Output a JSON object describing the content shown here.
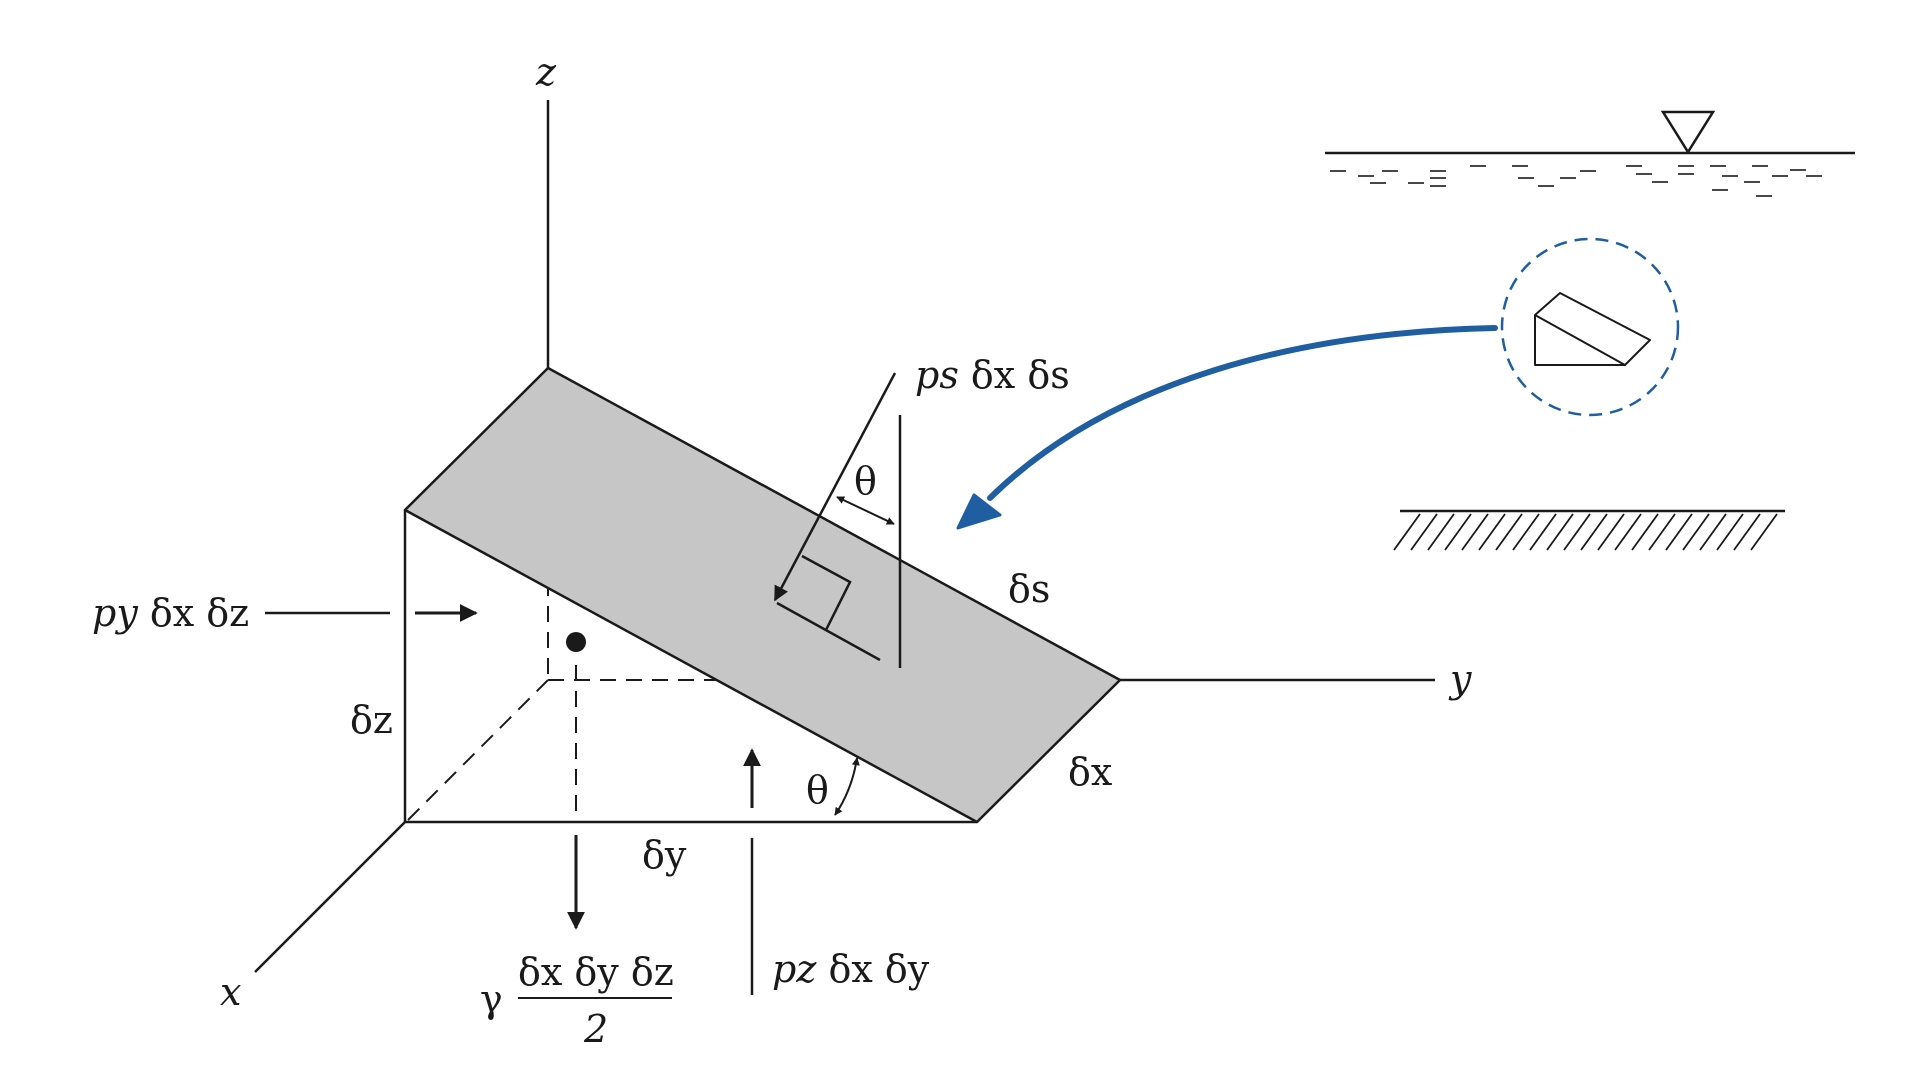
{
  "axes": {
    "z": "z",
    "y": "y",
    "x": "x"
  },
  "forces": {
    "ps": {
      "p": "ps",
      "d1": "δx",
      "d2": "δs"
    },
    "py": {
      "p": "py",
      "d1": "δx",
      "d2": "δz"
    },
    "pz": {
      "p": "pz",
      "d1": "δx",
      "d2": "δy"
    },
    "weight": {
      "gamma": "γ",
      "numerator": "δx δy δz",
      "denominator": "2"
    }
  },
  "dims": {
    "ds": "δs",
    "dx": "δx",
    "dy": "δy",
    "dz": "δz"
  },
  "angles": {
    "theta_top": "θ",
    "theta_bottom": "θ"
  },
  "colors": {
    "shaded_face": "#c6c6c6",
    "line": "#1a1a1a",
    "callout": "#1f5ea0"
  }
}
